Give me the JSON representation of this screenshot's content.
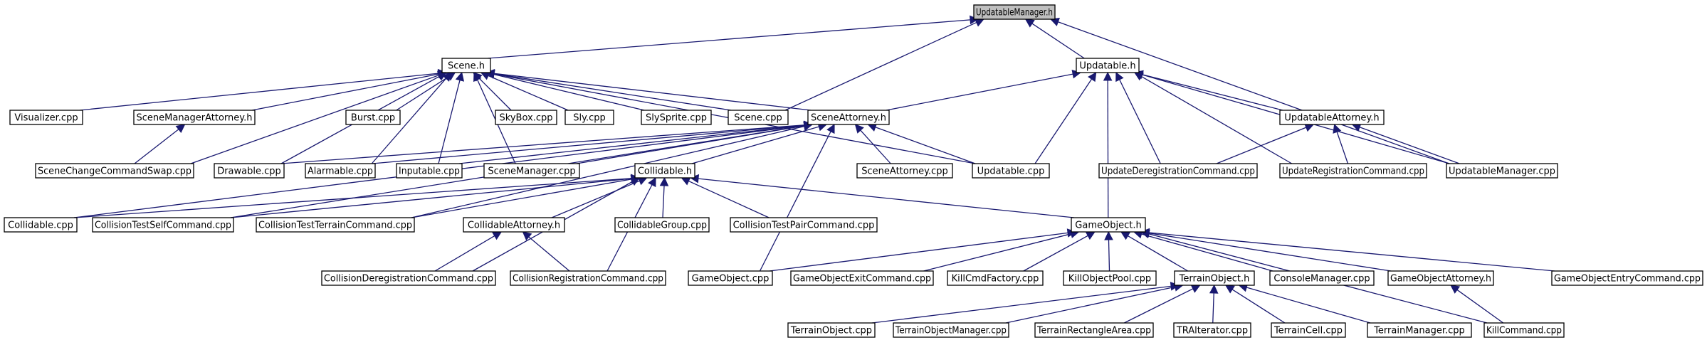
{
  "graph": {
    "edge_color": "#191970",
    "root_fill": "#bfbfbf",
    "nodes": [
      {
        "id": "um_h",
        "label": "UpdatableManager.h",
        "root": true
      },
      {
        "id": "scene_h",
        "label": "Scene.h"
      },
      {
        "id": "updatable_h",
        "label": "Updatable.h"
      },
      {
        "id": "visualizer",
        "label": "Visualizer.cpp"
      },
      {
        "id": "sma_h",
        "label": "SceneManagerAttorney.h"
      },
      {
        "id": "burst",
        "label": "Burst.cpp"
      },
      {
        "id": "skybox",
        "label": "SkyBox.cpp"
      },
      {
        "id": "sly",
        "label": "Sly.cpp"
      },
      {
        "id": "slysprite",
        "label": "SlySprite.cpp"
      },
      {
        "id": "scene_cpp",
        "label": "Scene.cpp"
      },
      {
        "id": "sa_h",
        "label": "SceneAttorney.h"
      },
      {
        "id": "ua_h",
        "label": "UpdatableAttorney.h"
      },
      {
        "id": "scs",
        "label": "SceneChangeCommandSwap.cpp"
      },
      {
        "id": "drawable",
        "label": "Drawable.cpp"
      },
      {
        "id": "alarmable",
        "label": "Alarmable.cpp"
      },
      {
        "id": "inputable",
        "label": "Inputable.cpp"
      },
      {
        "id": "scenemgr",
        "label": "SceneManager.cpp"
      },
      {
        "id": "sa_cpp",
        "label": "SceneAttorney.cpp"
      },
      {
        "id": "updatable_cpp",
        "label": "Updatable.cpp"
      },
      {
        "id": "udc",
        "label": "UpdateDeregistrationCommand.cpp"
      },
      {
        "id": "urc",
        "label": "UpdateRegistrationCommand.cpp"
      },
      {
        "id": "um_cpp",
        "label": "UpdatableManager.cpp"
      },
      {
        "id": "collidable_h",
        "label": "Collidable.h"
      },
      {
        "id": "collidable_cpp",
        "label": "Collidable.cpp"
      },
      {
        "id": "ctsc",
        "label": "CollisionTestSelfCommand.cpp"
      },
      {
        "id": "cttc",
        "label": "CollisionTestTerrainCommand.cpp"
      },
      {
        "id": "ca_h",
        "label": "CollidableAttorney.h"
      },
      {
        "id": "cg",
        "label": "CollidableGroup.cpp"
      },
      {
        "id": "ctpc",
        "label": "CollisionTestPairCommand.cpp"
      },
      {
        "id": "go_h",
        "label": "GameObject.h"
      },
      {
        "id": "cdc",
        "label": "CollisionDeregistrationCommand.cpp"
      },
      {
        "id": "crc",
        "label": "CollisionRegistrationCommand.cpp"
      },
      {
        "id": "go_cpp",
        "label": "GameObject.cpp"
      },
      {
        "id": "goec",
        "label": "GameObjectExitCommand.cpp"
      },
      {
        "id": "kcf",
        "label": "KillCmdFactory.cpp"
      },
      {
        "id": "kop",
        "label": "KillObjectPool.cpp"
      },
      {
        "id": "to_h",
        "label": "TerrainObject.h"
      },
      {
        "id": "cm",
        "label": "ConsoleManager.cpp"
      },
      {
        "id": "goa_h",
        "label": "GameObjectAttorney.h"
      },
      {
        "id": "goentry",
        "label": "GameObjectEntryCommand.cpp"
      },
      {
        "id": "to_cpp",
        "label": "TerrainObject.cpp"
      },
      {
        "id": "tom",
        "label": "TerrainObjectManager.cpp"
      },
      {
        "id": "tra",
        "label": "TerrainRectangleArea.cpp"
      },
      {
        "id": "tralt",
        "label": "TRAlterator.cpp"
      },
      {
        "id": "tcell",
        "label": "TerrainCell.cpp"
      },
      {
        "id": "tmgr",
        "label": "TerrainManager.cpp"
      },
      {
        "id": "killcmd",
        "label": "KillCommand.cpp"
      }
    ],
    "edges": [
      [
        "scene_h",
        "um_h"
      ],
      [
        "updatable_h",
        "um_h"
      ],
      [
        "scene_cpp",
        "um_h"
      ],
      [
        "um_cpp",
        "um_h"
      ],
      [
        "visualizer",
        "scene_h"
      ],
      [
        "sma_h",
        "scene_h"
      ],
      [
        "burst",
        "scene_h"
      ],
      [
        "skybox",
        "scene_h"
      ],
      [
        "sly",
        "scene_h"
      ],
      [
        "slysprite",
        "scene_h"
      ],
      [
        "scene_cpp",
        "scene_h"
      ],
      [
        "sa_h",
        "scene_h"
      ],
      [
        "scs",
        "scene_h"
      ],
      [
        "drawable",
        "scene_h"
      ],
      [
        "alarmable",
        "scene_h"
      ],
      [
        "inputable",
        "scene_h"
      ],
      [
        "scenemgr",
        "scene_h"
      ],
      [
        "updatable_cpp",
        "scene_h"
      ],
      [
        "sa_h",
        "updatable_h"
      ],
      [
        "ua_h",
        "updatable_h"
      ],
      [
        "updatable_cpp",
        "updatable_h"
      ],
      [
        "udc",
        "updatable_h"
      ],
      [
        "urc",
        "updatable_h"
      ],
      [
        "um_cpp",
        "updatable_h"
      ],
      [
        "go_h",
        "updatable_h"
      ],
      [
        "scs",
        "sma_h"
      ],
      [
        "drawable",
        "sa_h"
      ],
      [
        "alarmable",
        "sa_h"
      ],
      [
        "inputable",
        "sa_h"
      ],
      [
        "scenemgr",
        "sa_h"
      ],
      [
        "sa_cpp",
        "sa_h"
      ],
      [
        "updatable_cpp",
        "sa_h"
      ],
      [
        "collidable_h",
        "sa_h"
      ],
      [
        "go_cpp",
        "sa_h"
      ],
      [
        "collidable_cpp",
        "sa_h"
      ],
      [
        "ctsc",
        "sa_h"
      ],
      [
        "cttc",
        "sa_h"
      ],
      [
        "udc",
        "ua_h"
      ],
      [
        "urc",
        "ua_h"
      ],
      [
        "um_cpp",
        "ua_h"
      ],
      [
        "collidable_cpp",
        "collidable_h"
      ],
      [
        "ctsc",
        "collidable_h"
      ],
      [
        "cttc",
        "collidable_h"
      ],
      [
        "ca_h",
        "collidable_h"
      ],
      [
        "cg",
        "collidable_h"
      ],
      [
        "ctpc",
        "collidable_h"
      ],
      [
        "go_h",
        "collidable_h"
      ],
      [
        "cdc",
        "collidable_h"
      ],
      [
        "crc",
        "collidable_h"
      ],
      [
        "cdc",
        "ca_h"
      ],
      [
        "crc",
        "ca_h"
      ],
      [
        "go_cpp",
        "go_h"
      ],
      [
        "goec",
        "go_h"
      ],
      [
        "kcf",
        "go_h"
      ],
      [
        "kop",
        "go_h"
      ],
      [
        "to_h",
        "go_h"
      ],
      [
        "cm",
        "go_h"
      ],
      [
        "goa_h",
        "go_h"
      ],
      [
        "goentry",
        "go_h"
      ],
      [
        "killcmd",
        "go_h"
      ],
      [
        "to_cpp",
        "to_h"
      ],
      [
        "tom",
        "to_h"
      ],
      [
        "tra",
        "to_h"
      ],
      [
        "tralt",
        "to_h"
      ],
      [
        "tcell",
        "to_h"
      ],
      [
        "tmgr",
        "to_h"
      ],
      [
        "killcmd",
        "goa_h"
      ]
    ]
  }
}
